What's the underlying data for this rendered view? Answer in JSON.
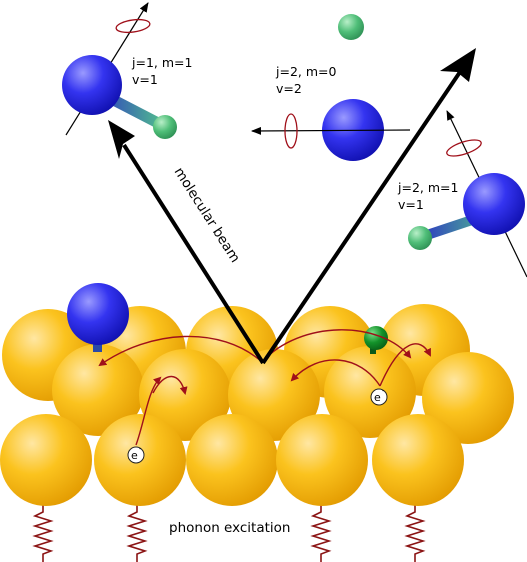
{
  "molecules": {
    "top_left": {
      "line1": "j=1, m=1",
      "line2": "v=1"
    },
    "top_center": {
      "line1": "j=2, m=0",
      "line2": "v=2"
    },
    "right": {
      "line1": "j=2, m=1",
      "line2": "v=1"
    }
  },
  "labels": {
    "molecular_beam": "molecular beam",
    "phonon_excitation": "phonon excitation",
    "electron": "e",
    "electron_sup": "-"
  },
  "colors": {
    "gold_atom": "#F5B400",
    "blue_atom": "#1515E0",
    "green_atom": "#3FAF6A",
    "dark_green_atom": "#0C7A1E",
    "arrow_red": "#A0101A",
    "spring": "#8B1414"
  }
}
